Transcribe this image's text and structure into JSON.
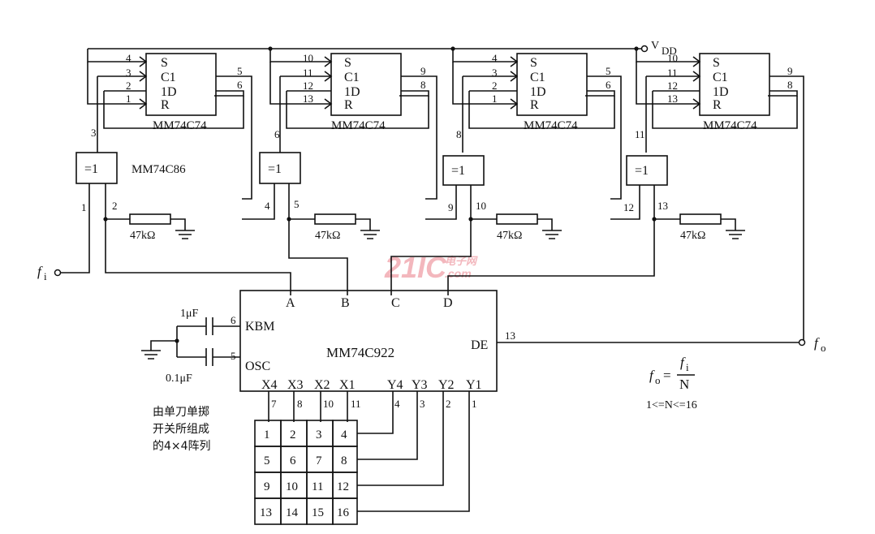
{
  "flipflops": [
    {
      "part": "MM74C74",
      "pins": {
        "S": "4",
        "C": "3",
        "D": "2",
        "R": "1",
        "Q": "5",
        "Qb": "6"
      },
      "pinLabels": {
        "S": "S",
        "C": "C1",
        "D": "1D",
        "R": "R"
      }
    },
    {
      "part": "MM74C74",
      "pins": {
        "S": "10",
        "C": "11",
        "D": "12",
        "R": "13",
        "Q": "9",
        "Qb": "8"
      },
      "pinLabels": {
        "S": "S",
        "C": "C1",
        "D": "1D",
        "R": "R"
      }
    },
    {
      "part": "MM74C74",
      "pins": {
        "S": "4",
        "C": "3",
        "D": "2",
        "R": "1",
        "Q": "5",
        "Qb": "6"
      },
      "pinLabels": {
        "S": "S",
        "C": "C1",
        "D": "1D",
        "R": "R"
      }
    },
    {
      "part": "MM74C74",
      "pins": {
        "S": "10",
        "C": "11",
        "D": "12",
        "R": "13",
        "Q": "9",
        "Qb": "8"
      },
      "pinLabels": {
        "S": "S",
        "C": "C1",
        "D": "1D",
        "R": "R"
      }
    }
  ],
  "xor_gates": [
    {
      "label": "=1",
      "out": "3",
      "in1": "1",
      "in2": "2"
    },
    {
      "label": "=1",
      "out": "6",
      "in1": "4",
      "in2": "5"
    },
    {
      "label": "=1",
      "out": "8",
      "in1": "9",
      "in2": "10"
    },
    {
      "label": "=1",
      "out": "11",
      "in1": "12",
      "in2": "13"
    }
  ],
  "xor_part": "MM74C86",
  "resistor": "47kΩ",
  "vdd": {
    "base": "V",
    "sub": "DD"
  },
  "fi": {
    "base": "f",
    "sub": "i"
  },
  "fo": {
    "base": "f",
    "sub": "o"
  },
  "encoder": {
    "name": "MM74C922",
    "inputs": [
      "A",
      "B",
      "C",
      "D"
    ],
    "kbm": "KBM",
    "kbm_pin": "6",
    "osc": "OSC",
    "osc_pin": "5",
    "de": "DE",
    "de_pin": "13",
    "x_labels": [
      "X4",
      "X3",
      "X2",
      "X1"
    ],
    "y_labels": [
      "Y4",
      "Y3",
      "Y2",
      "Y1"
    ],
    "x_pins": [
      "7",
      "8",
      "10",
      "11"
    ],
    "y_pins": [
      "4",
      "3",
      "2",
      "1"
    ]
  },
  "caps": {
    "c1": "1μF",
    "c2": "0.1μF"
  },
  "keypad": {
    "note": [
      "由单刀单掷",
      "开关所组成",
      "的4×4阵列"
    ],
    "keys": [
      "1",
      "2",
      "3",
      "4",
      "5",
      "6",
      "7",
      "8",
      "9",
      "10",
      "11",
      "12",
      "13",
      "14",
      "15",
      "16"
    ]
  },
  "formula": {
    "lhs": "f",
    "lhs_sub": "o",
    "eq": "=",
    "num": "f",
    "num_sub": "i",
    "den": "N",
    "range": "1<=N<=16"
  },
  "watermark": {
    "main": "21IC",
    "cn": "电子网",
    "url": ".com"
  }
}
